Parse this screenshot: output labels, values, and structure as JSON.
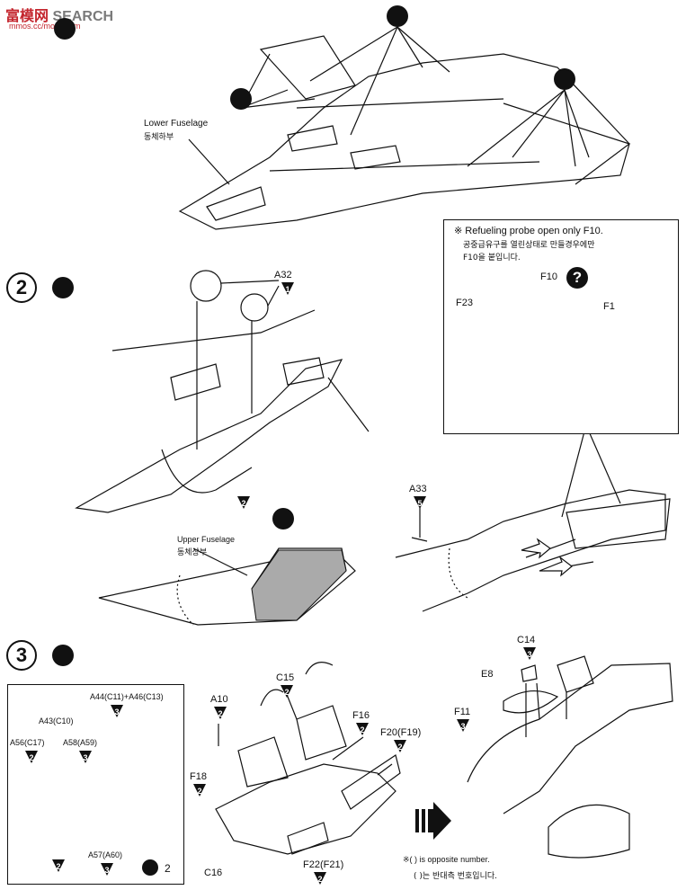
{
  "watermark": {
    "prefix": "富",
    "brand": "模网",
    "suffix": "SEARCH",
    "url": "mmos.cc/mocc.com"
  },
  "step1": {
    "label_lower": "Lower Fuselage",
    "label_lower_kr": "동체하부"
  },
  "step2": {
    "number": "2",
    "part_a32": "A32",
    "qty_a32": "1",
    "qty_upper": "2",
    "label_upper": "Upper Fuselage",
    "label_upper_kr": "동체상부",
    "callout_title": "※ Refueling probe open only F10.",
    "callout_kr_1": "공중급유구를 열린상태로 만들경우에만",
    "callout_kr_2": "F10을 붙입니다.",
    "part_f10": "F10",
    "part_f23": "F23",
    "part_f1": "F1",
    "qmark": "?",
    "part_a33": "A33",
    "qty_a33": "5"
  },
  "step3": {
    "number": "3",
    "inset": {
      "a44": "A44(C11)+A46(C13)",
      "a44_qty": "3",
      "a43": "A43(C10)",
      "a56": "A56(C17)",
      "a56_qty": "2",
      "a58": "A58(A59)",
      "a58_qty": "3",
      "a57": "A57(A60)",
      "a57_qty": "3",
      "seat_qty": "2",
      "repeat": "2"
    },
    "a10": "A10",
    "a10_qty": "2",
    "c15": "C15",
    "c15_qty": "2",
    "f16": "F16",
    "f16_qty": "2",
    "f20": "F20(F19)",
    "f20_qty": "2",
    "f18": "F18",
    "f18_qty": "2",
    "c16": "C16",
    "f22": "F22(F21)",
    "f22_qty": "2",
    "note_en": "※( ) is opposite number.",
    "note_kr": "( )는 반대측 번호입니다.",
    "c14": "C14",
    "c14_qty": "3",
    "e8": "E8",
    "f11": "F11",
    "f11_qty": "3"
  }
}
